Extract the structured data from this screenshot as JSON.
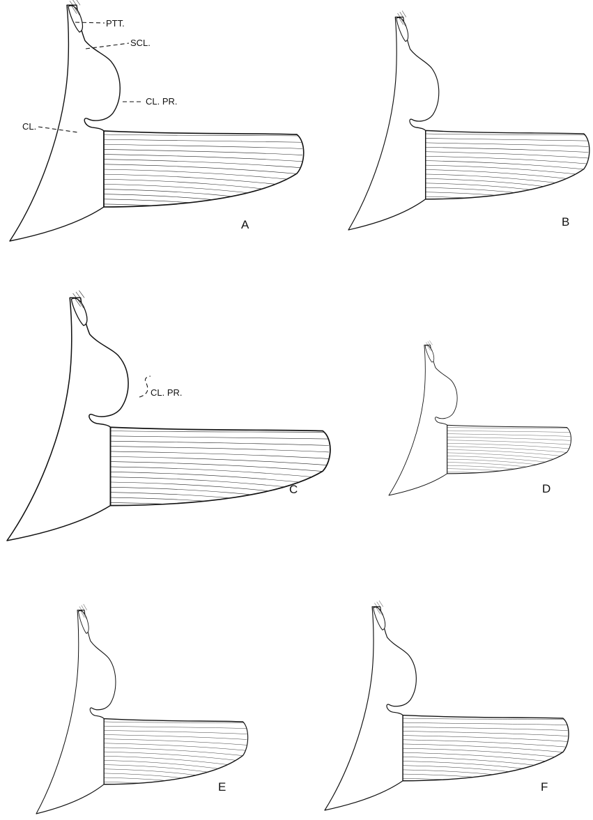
{
  "figure": {
    "panels": [
      {
        "id": "A",
        "letter": "A"
      },
      {
        "id": "B",
        "letter": "B"
      },
      {
        "id": "C",
        "letter": "C"
      },
      {
        "id": "D",
        "letter": "D"
      },
      {
        "id": "E",
        "letter": "E"
      },
      {
        "id": "F",
        "letter": "F"
      }
    ],
    "labels": {
      "ptt": "PTT.",
      "scl": "SCL.",
      "clpr": "CL. PR.",
      "cl": "CL.",
      "clpr_c": "CL. PR."
    },
    "colors": {
      "ink": "#111111",
      "paper": "#ffffff"
    }
  }
}
